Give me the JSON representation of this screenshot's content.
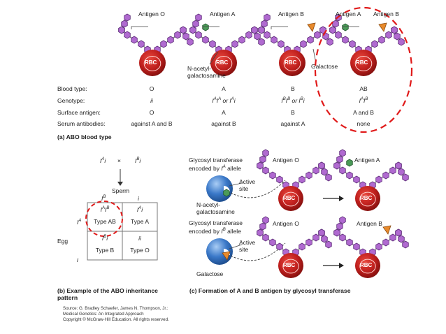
{
  "panel_a": {
    "antigen_labels": [
      "Antigen O",
      "Antigen A",
      "Antigen B",
      "Antigen A",
      "Antigen B"
    ],
    "rbc_label": "RBC",
    "sugar_labels": {
      "nag": "N-acetyl-galactosamine",
      "nag_1": "N-acetyl-",
      "nag_2": "galactosamine",
      "gal": "Galactose"
    },
    "rows": [
      {
        "label": "Blood type:",
        "values": [
          "O",
          "A",
          "B",
          "AB"
        ]
      },
      {
        "label": "Genotype:",
        "values": [
          "ii",
          "IAIA or IAi",
          "IBIB or IBi",
          "IAIB"
        ]
      },
      {
        "label": "Surface antigen:",
        "values": [
          "O",
          "A",
          "B",
          "A and B"
        ]
      },
      {
        "label": "Serum antibodies:",
        "values": [
          "against A and B",
          "against B",
          "against A",
          "none"
        ]
      }
    ],
    "caption": "(a) ABO blood type"
  },
  "panel_b": {
    "cross": {
      "parent1": "IAi",
      "times": "×",
      "parent2": "IBi"
    },
    "sperm_label": "Sperm",
    "egg_label": "Egg",
    "sperm_alleles": [
      "IB",
      "i"
    ],
    "egg_alleles": [
      "IA",
      "i"
    ],
    "cells": [
      {
        "genotype": "IAIB",
        "type": "Type AB"
      },
      {
        "genotype": "IAi",
        "type": "Type A"
      },
      {
        "genotype": "IBi",
        "type": "Type B"
      },
      {
        "genotype": "ii",
        "type": "Type O"
      }
    ],
    "caption_1": "(b) Example of the ABO inheritance",
    "caption_2": "pattern"
  },
  "panel_c": {
    "enzyme_a_1": "Glycosyl transferase",
    "enzyme_a_2": "encoded by IA allele",
    "enzyme_b_1": "Glycosyl transferase",
    "enzyme_b_2": "encoded by IB allele",
    "active_site_1": "Active",
    "active_site_2": "site",
    "nag_1": "N-acetyl-",
    "nag_2": "galactosamine",
    "gal": "Galactose",
    "antigen_o": "Antigen O",
    "antigen_a": "Antigen A",
    "antigen_b": "Antigen B",
    "rbc_label": "RBC",
    "caption": "(c) Formation of A and B antigen by glycosyl transferase"
  },
  "source": {
    "line1": "Source: G. Bradley Schaefer, James N. Thompson, Jr.:",
    "line2": "Medical Genetics: An Integrated Approach",
    "line3": "Copyright © McGraw-Hill Education. All rights reserved."
  },
  "colors": {
    "rbc": "#c0201e",
    "sugar": "#b06ad0",
    "nag": "#4b9a58",
    "gal": "#e88a2c",
    "highlight": "#e01a1a",
    "enzyme": "#3a78c8"
  }
}
